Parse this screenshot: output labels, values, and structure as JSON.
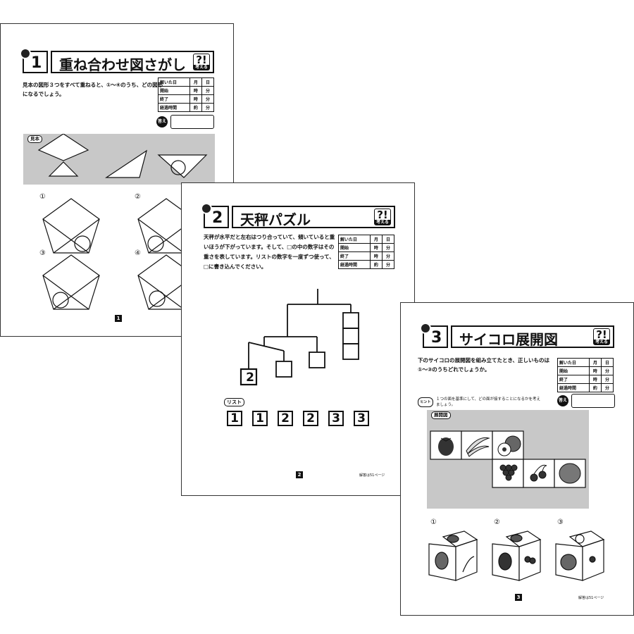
{
  "pages": [
    {
      "number": "1",
      "title": "重ね合わせ図さがし",
      "think_label": "考える",
      "instruction": "見本の図形３つをすべて重ねると、①〜④のうち、どの図形になるでしょう。",
      "table": [
        {
          "k": "解いた日",
          "a": "月",
          "b": "日"
        },
        {
          "k": "開始",
          "a": "時",
          "b": "分"
        },
        {
          "k": "終了",
          "a": "時",
          "b": "分"
        },
        {
          "k": "経過時間",
          "a": "約",
          "b": "分"
        }
      ],
      "answer_label": "答え",
      "sample_label": "見本",
      "options": [
        "①",
        "②",
        "③",
        "④"
      ],
      "page_number": "1"
    },
    {
      "number": "2",
      "title": "天秤パズル",
      "think_label": "考える",
      "instruction": "天秤が水平だと左右はつり合っていて、傾いていると重いほうが下がっています。そして、□の中の数字はその重さを表しています。リストの数字を一度ずつ使って、□に書き込んでください。",
      "table": [
        {
          "k": "解いた日",
          "a": "月",
          "b": "日"
        },
        {
          "k": "開始",
          "a": "時",
          "b": "分"
        },
        {
          "k": "終了",
          "a": "時",
          "b": "分"
        },
        {
          "k": "経過時間",
          "a": "約",
          "b": "分"
        }
      ],
      "given_value": "2",
      "list_label": "リスト",
      "list": [
        "1",
        "1",
        "2",
        "2",
        "3",
        "3"
      ],
      "page_number": "2",
      "answer_ref": "解答は51ページ"
    },
    {
      "number": "3",
      "title": "サイコロ展開図",
      "think_label": "考える",
      "instruction": "下のサイコロの展開図を組み立てたとき、正しいものは①〜③のうちどれでしょうか。",
      "table": [
        {
          "k": "解いた日",
          "a": "月",
          "b": "日"
        },
        {
          "k": "開始",
          "a": "時",
          "b": "分"
        },
        {
          "k": "終了",
          "a": "時",
          "b": "分"
        },
        {
          "k": "経過時間",
          "a": "約",
          "b": "分"
        }
      ],
      "hint_label": "ヒント",
      "hint": "１つの面を基準にして、どの面が接することになるかを考えましょう。",
      "answer_label": "答え",
      "net_label": "展開図",
      "options": [
        "①",
        "②",
        "③"
      ],
      "page_number": "3",
      "answer_ref": "解答は51ページ"
    }
  ]
}
